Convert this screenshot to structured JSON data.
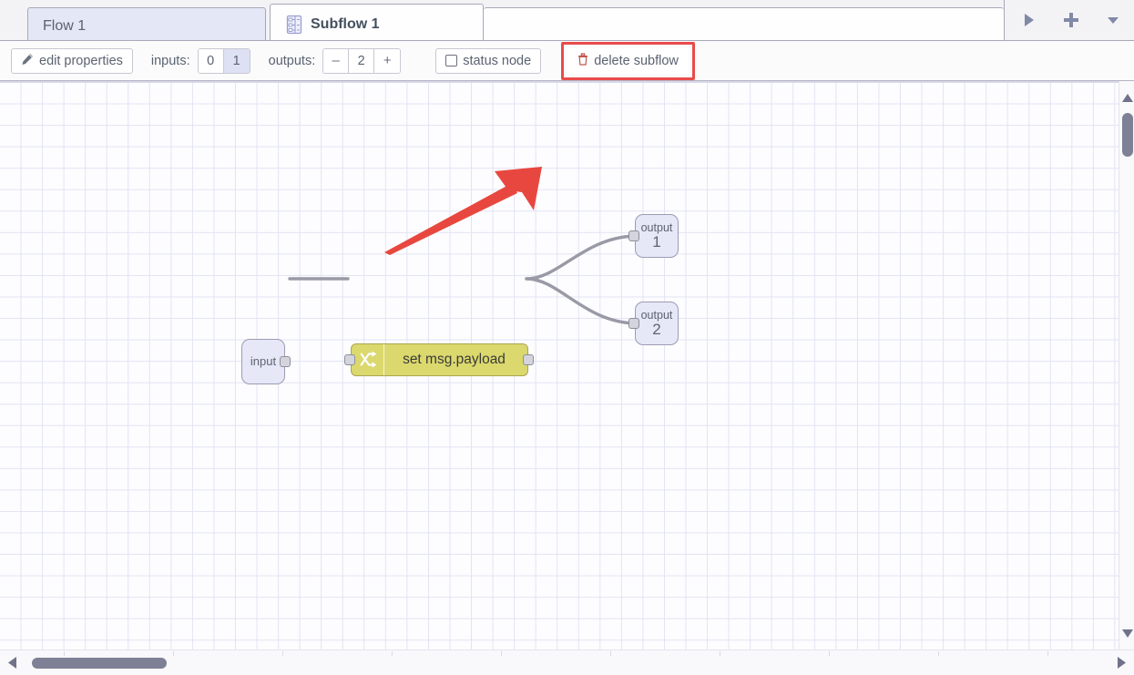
{
  "tabs": [
    {
      "label": "Flow 1",
      "active": false,
      "icon": null
    },
    {
      "label": "Subflow 1",
      "active": true,
      "icon": "subflow-icon"
    }
  ],
  "tab_tools": [
    {
      "name": "scroll-tabs-right-icon",
      "glyph": "▶"
    },
    {
      "name": "add-tab-icon",
      "glyph": "+"
    },
    {
      "name": "tab-menu-chevron-icon",
      "glyph": "▼"
    }
  ],
  "toolbar": {
    "edit_properties_label": "edit properties",
    "edit_properties_icon": "pencil-icon",
    "inputs_label": "inputs:",
    "inputs_options": [
      "0",
      "1"
    ],
    "inputs_selected": "1",
    "outputs_label": "outputs:",
    "outputs_value": "2",
    "outputs_minus_glyph": "–",
    "outputs_plus_glyph": "+",
    "status_node_label": "status node",
    "status_node_checked": false,
    "delete_subflow_label": "delete subflow",
    "delete_subflow_icon": "trash-icon",
    "highlight_color": "#ea4a4a"
  },
  "canvas": {
    "input_node": {
      "label": "input"
    },
    "change_node": {
      "label": "set msg.payload",
      "icon": "change-shuffle-icon",
      "color": "#dbd86e"
    },
    "output_nodes": [
      {
        "line1": "output",
        "line2": "1"
      },
      {
        "line1": "output",
        "line2": "2"
      }
    ],
    "annotation": {
      "type": "arrow",
      "color": "#e8473f",
      "points_to": "delete-subflow-button"
    },
    "grid_color": "#e2e3f3",
    "background_color": "#fdfdff",
    "wire_color": "#9a9aa6"
  },
  "scrollbars": {
    "vertical": {
      "up_arrow": "triangle-up-icon",
      "down_arrow": "triangle-down-icon"
    },
    "horizontal": {
      "left_arrow": "triangle-left-icon",
      "right_arrow": "triangle-right-icon"
    }
  }
}
